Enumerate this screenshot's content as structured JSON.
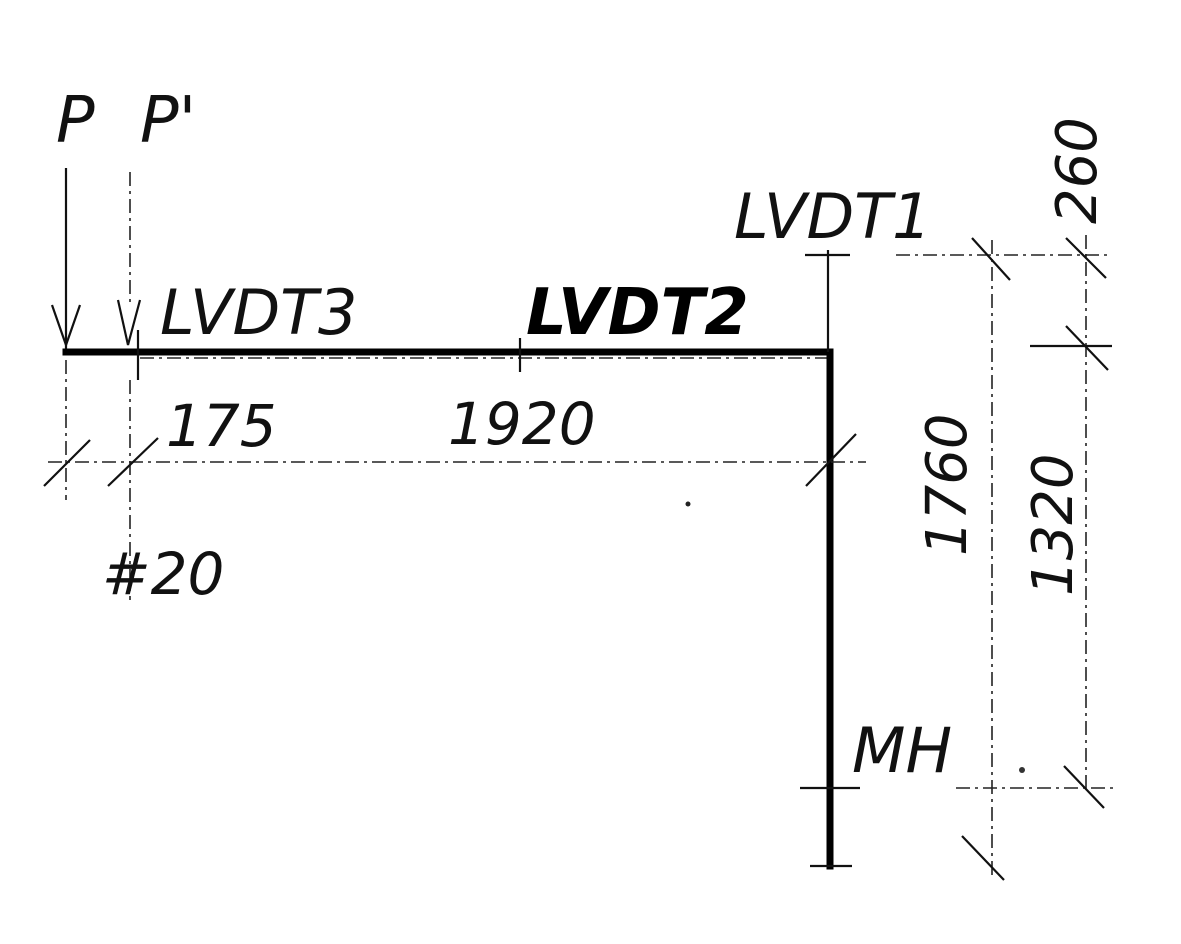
{
  "loads": {
    "p": "P",
    "p_prime": "P'"
  },
  "sensors": {
    "lvdt1": "LVDT1",
    "lvdt2": "LVDT2",
    "lvdt3": "LVDT3"
  },
  "dimensions": {
    "d175": "175",
    "d1920": "1920",
    "d260": "260",
    "d1760": "1760",
    "d1320": "1320"
  },
  "section": "#20",
  "support": "MH",
  "colors": {
    "ink": "#111111",
    "paper": "#ffffff"
  }
}
